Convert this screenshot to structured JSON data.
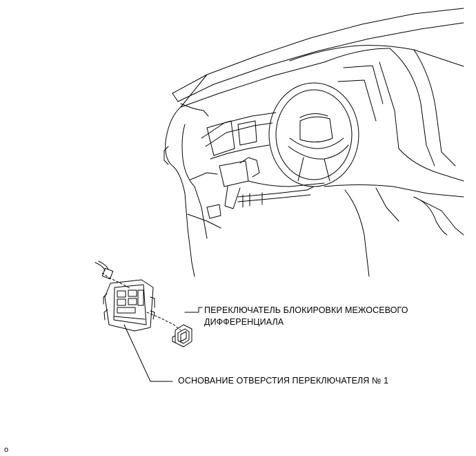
{
  "labels": {
    "diff_lock_switch": [
      "ПЕРЕКЛЮЧАТЕЛЬ БЛОКИРОВКИ МЕЖОСЕВОГО",
      "ДИФФЕРЕНЦИАЛА"
    ],
    "switch_hole_base": "ОСНОВАНИЕ ОТВЕРСТИЯ ПЕРЕКЛЮЧАТЕЛЯ № 1"
  },
  "footer": {
    "code": "o"
  },
  "colors": {
    "line": "#000000",
    "background": "#ffffff"
  }
}
